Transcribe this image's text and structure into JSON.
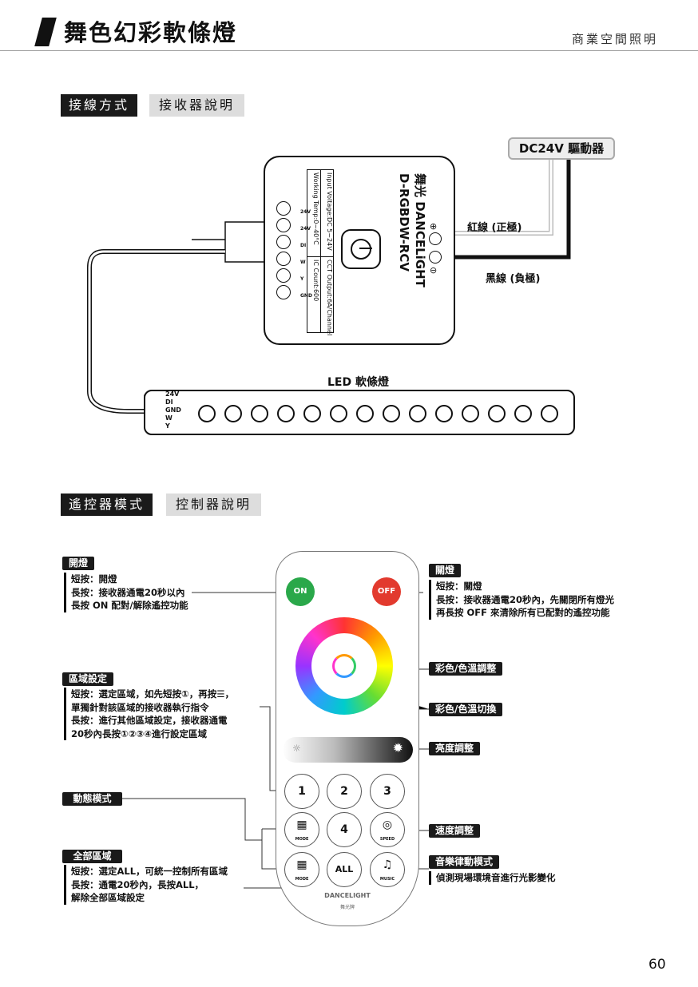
{
  "header": {
    "title": "舞色幻彩軟條燈",
    "category": "商業空間照明"
  },
  "section1": {
    "tab_dark": "接線方式",
    "tab_gray": "接收器說明"
  },
  "wiring": {
    "driver": "DC24V 驅動器",
    "red_wire": "紅線 (正極)",
    "black_wire": "黑線 (負極)",
    "receiver": {
      "brand": "舞光 DANCELiGHT",
      "model": "D-RGBDW-RCV",
      "spec1": "Input Voltage:DC 5~24V",
      "spec2": "CCT Output:6A/Channel",
      "spec3": "Working Temp:0~40°C",
      "spec4": "IC Count:600",
      "plus": "⊕",
      "minus": "⊖",
      "terminals": [
        "24V",
        "24V",
        "DI",
        "W",
        "Y",
        "GND"
      ]
    },
    "strip_label": "LED 軟條燈",
    "strip_pins": [
      "24V",
      "DI",
      "GND",
      "W",
      "Y"
    ],
    "led_count": 14
  },
  "section2": {
    "tab_dark": "遙控器模式",
    "tab_gray": "控制器說明"
  },
  "left": {
    "on": {
      "title": "開燈",
      "lines": [
        "短按：開燈",
        "長按：接收器通電20秒以內",
        "長按 ON 配對/解除遙控功能"
      ]
    },
    "zone": {
      "title": "區域設定",
      "lines": [
        "短按：選定區域，如先短按①，再按☰，",
        "單獨針對該區域的接收器執行指令",
        "長按：進行其他區域設定，接收器通電",
        "20秒內長按①②③④進行設定區域"
      ]
    },
    "dynamic": {
      "title": "動態模式"
    },
    "all": {
      "title": "全部區域",
      "lines": [
        "短按：選定ALL，可統一控制所有區域",
        "長按：通電20秒內，長按ALL，",
        "解除全部區域設定"
      ]
    }
  },
  "right": {
    "off": {
      "title": "關燈",
      "lines": [
        "短按：關燈",
        "長按：接收器通電20秒內，先關閉所有燈光",
        "再長按 OFF 來清除所有已配對的遙控功能"
      ]
    },
    "color_adjust": "彩色/色溫調整",
    "color_switch": "彩色/色溫切換",
    "brightness": "亮度調整",
    "speed": "速度調整",
    "music": {
      "title": "音樂律動模式",
      "line": "偵測現場環境音進行光影變化"
    }
  },
  "remote": {
    "on": "ON",
    "off": "OFF",
    "b1": "1",
    "b2": "2",
    "b3": "3",
    "b4": "4",
    "all": "ALL",
    "mode": "MODE",
    "speed": "SPEED",
    "music": "MUSIC",
    "brand": "DANCELIGHT",
    "brand_cn": "舞光牌",
    "colors": {
      "on": "#2aa84a",
      "off": "#e23a2e"
    }
  },
  "page_number": "60"
}
